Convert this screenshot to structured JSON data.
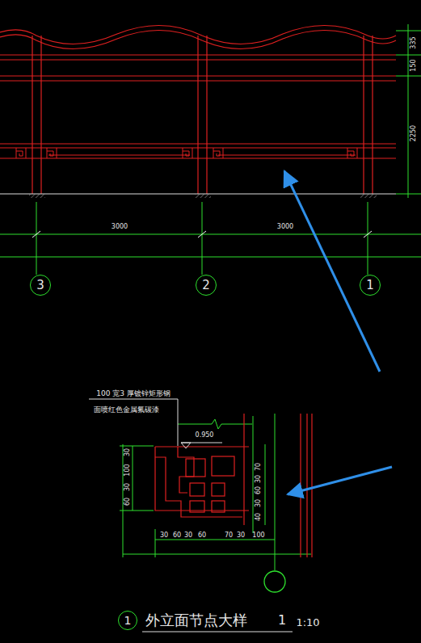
{
  "diagram": {
    "title": "外立面节点大样",
    "nodes": [
      {
        "text": [
          "3"
        ]
      },
      {
        "text": [
          "2"
        ]
      },
      {
        "text": [
          "1"
        ]
      },
      {
        "text": [
          "1"
        ]
      }
    ],
    "labels": [
      "335",
      "150",
      "2250",
      "3000",
      "3000",
      "100 宽3 厚镀锌矩形钢",
      "面喷红色金属氟碳漆",
      "0.950",
      "30",
      "100",
      "30",
      "60",
      "70",
      "30",
      "60",
      "30",
      "40",
      "30",
      "60",
      "30",
      "60",
      "70",
      "30",
      "100",
      "1",
      "1:10"
    ]
  }
}
